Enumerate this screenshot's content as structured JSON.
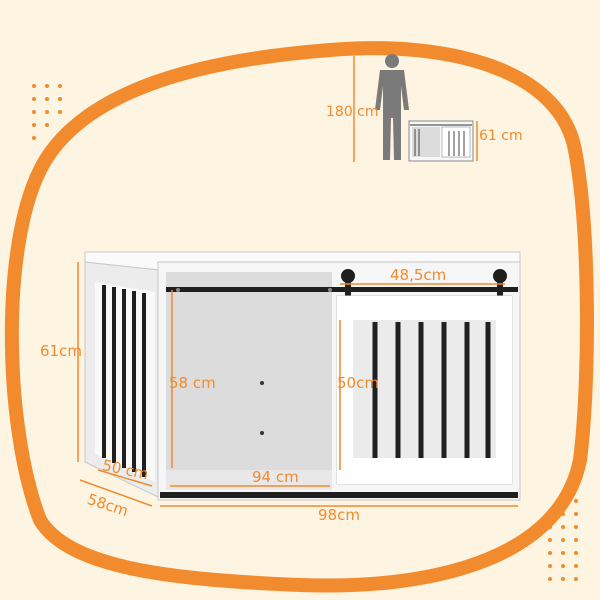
{
  "palette": {
    "background": "#fdf4e2",
    "accent": "#f28a2e",
    "cabinet_white": "#f4f4f4",
    "bars": "#1f1f1f",
    "person": "#7a7a7a"
  },
  "dimensions": {
    "person_height": "180 cm",
    "small_height": "61 cm",
    "top_width": "48,5cm",
    "height": "61cm",
    "inner_height": "58 cm",
    "door_height": "50cm",
    "inner_depth": "50 cm",
    "inner_width": "94 cm",
    "depth": "58cm",
    "width": "98cm"
  }
}
